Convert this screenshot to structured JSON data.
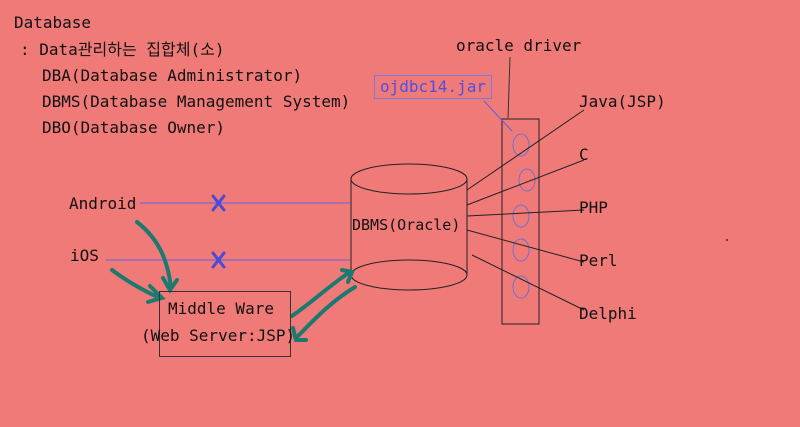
{
  "heading": {
    "title": "Database",
    "definition": ": Data관리하는 집합체(소)",
    "dba": "DBA(Database Administrator)",
    "dbms": "DBMS(Database Management System)",
    "dbo": "DBO(Database Owner)"
  },
  "driver": {
    "label": "oracle driver",
    "jar": "ojdbc14.jar"
  },
  "languages": [
    "Java(JSP)",
    "C",
    "PHP",
    "Perl",
    "Delphi"
  ],
  "clients": {
    "android": "Android",
    "ios": "iOS"
  },
  "db": {
    "label": "DBMS(Oracle)"
  },
  "middleware": {
    "line1": "Middle Ware",
    "line2": "(Web Server:JSP)"
  },
  "colors": {
    "background": "#f07a78",
    "blue_line": "#6060e0",
    "teal_arrow": "#1a7a70",
    "ink": "#111111"
  }
}
